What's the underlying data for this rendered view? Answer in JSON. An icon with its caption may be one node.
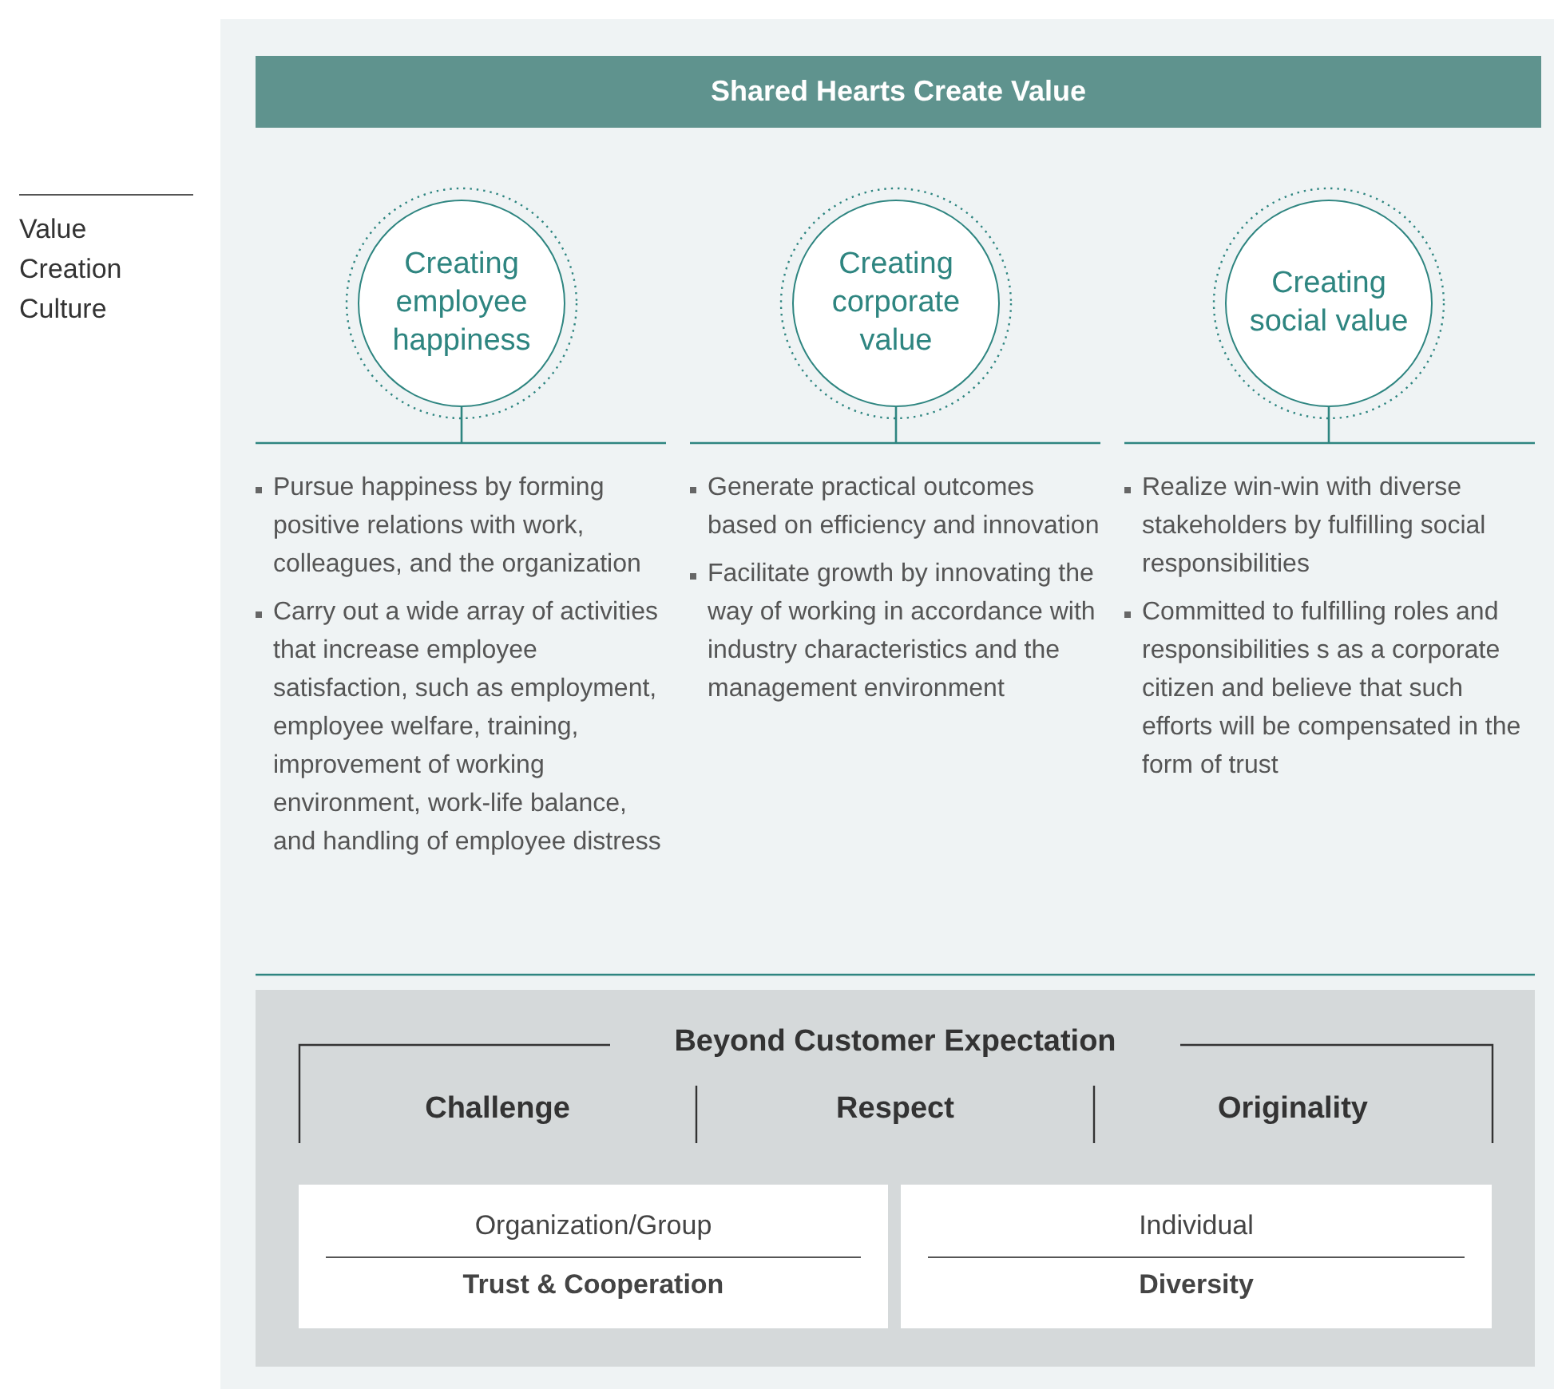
{
  "diagram": {
    "title": "Shared Hearts Create Value",
    "nodes": [
      {
        "text": [
          "Creating employee happiness"
        ],
        "beside": [
          "Pursue happiness by forming positive relations with work, colleagues, and the organization",
          "Carry out a wide array of activities that increase employee satisfaction, such as employment, employee welfare, training, improvement of working environment, work-life balance, and handling of employee distress"
        ]
      },
      {
        "text": [
          "Creating corporate value"
        ],
        "beside": [
          "Generate practical outcomes based on efficiency and innovation",
          "Facilitate growth by innovating the way of working in accordance with industry characteristics and the management environment"
        ]
      },
      {
        "text": [
          "Creating social value"
        ],
        "beside": [
          "Realize win-win with diverse stakeholders by fulfilling social responsibilities",
          "Committed to fulfilling roles and responsibilities s as a corporate citizen and believe that such efforts will be compensated in the form of trust"
        ]
      },
      {
        "text": [
          "Beyond Customer Expectation",
          "Challenge",
          "Respect",
          "Originality"
        ]
      },
      {
        "text": [
          "Organization/Group",
          "Trust & Cooperation"
        ],
        "in": 3
      },
      {
        "text": [
          "Individual",
          "Diversity"
        ],
        "in": 3
      }
    ],
    "edges": [],
    "labels": [
      "Value Creation Culture"
    ]
  }
}
